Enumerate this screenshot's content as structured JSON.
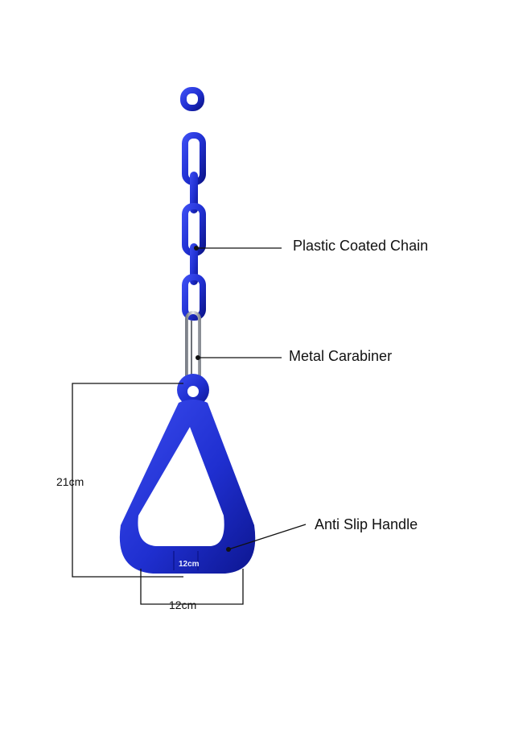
{
  "callouts": {
    "chain": "Plastic Coated Chain",
    "carabiner": "Metal Carabiner",
    "handle": "Anti Slip Handle"
  },
  "dimensions": {
    "height": "21cm",
    "width": "12cm",
    "embossed": "12cm"
  },
  "colors": {
    "product_blue": "#1f2fd0",
    "product_shadow": "#0d1690",
    "metal": "#b8bcc2",
    "lines": "#111111"
  }
}
